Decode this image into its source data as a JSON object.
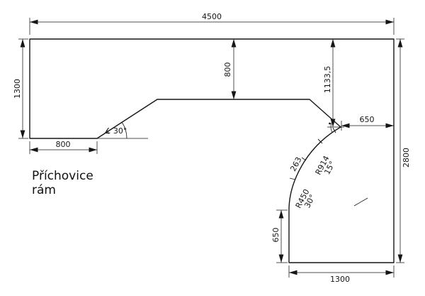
{
  "title": {
    "line1": "Příchovice",
    "line2": "rám"
  },
  "dimensions": {
    "top_width": "4500",
    "left_height": "1300",
    "notch_bottom_width": "800",
    "top_to_notch_depth": "800",
    "right_drop": "1133,5",
    "spike_to_right_edge": "650",
    "right_height": "2800",
    "tab_height": "650",
    "tab_bottom_width": "1300",
    "slope_angle": "∡ 30°",
    "arc_segment_length": "263",
    "upper_arc_radius": "R914",
    "upper_arc_angle": "15°",
    "lower_arc_radius": "R450",
    "lower_arc_angle": "30°"
  },
  "colors": {
    "ink": "#161616",
    "paper": "#ffffff"
  }
}
